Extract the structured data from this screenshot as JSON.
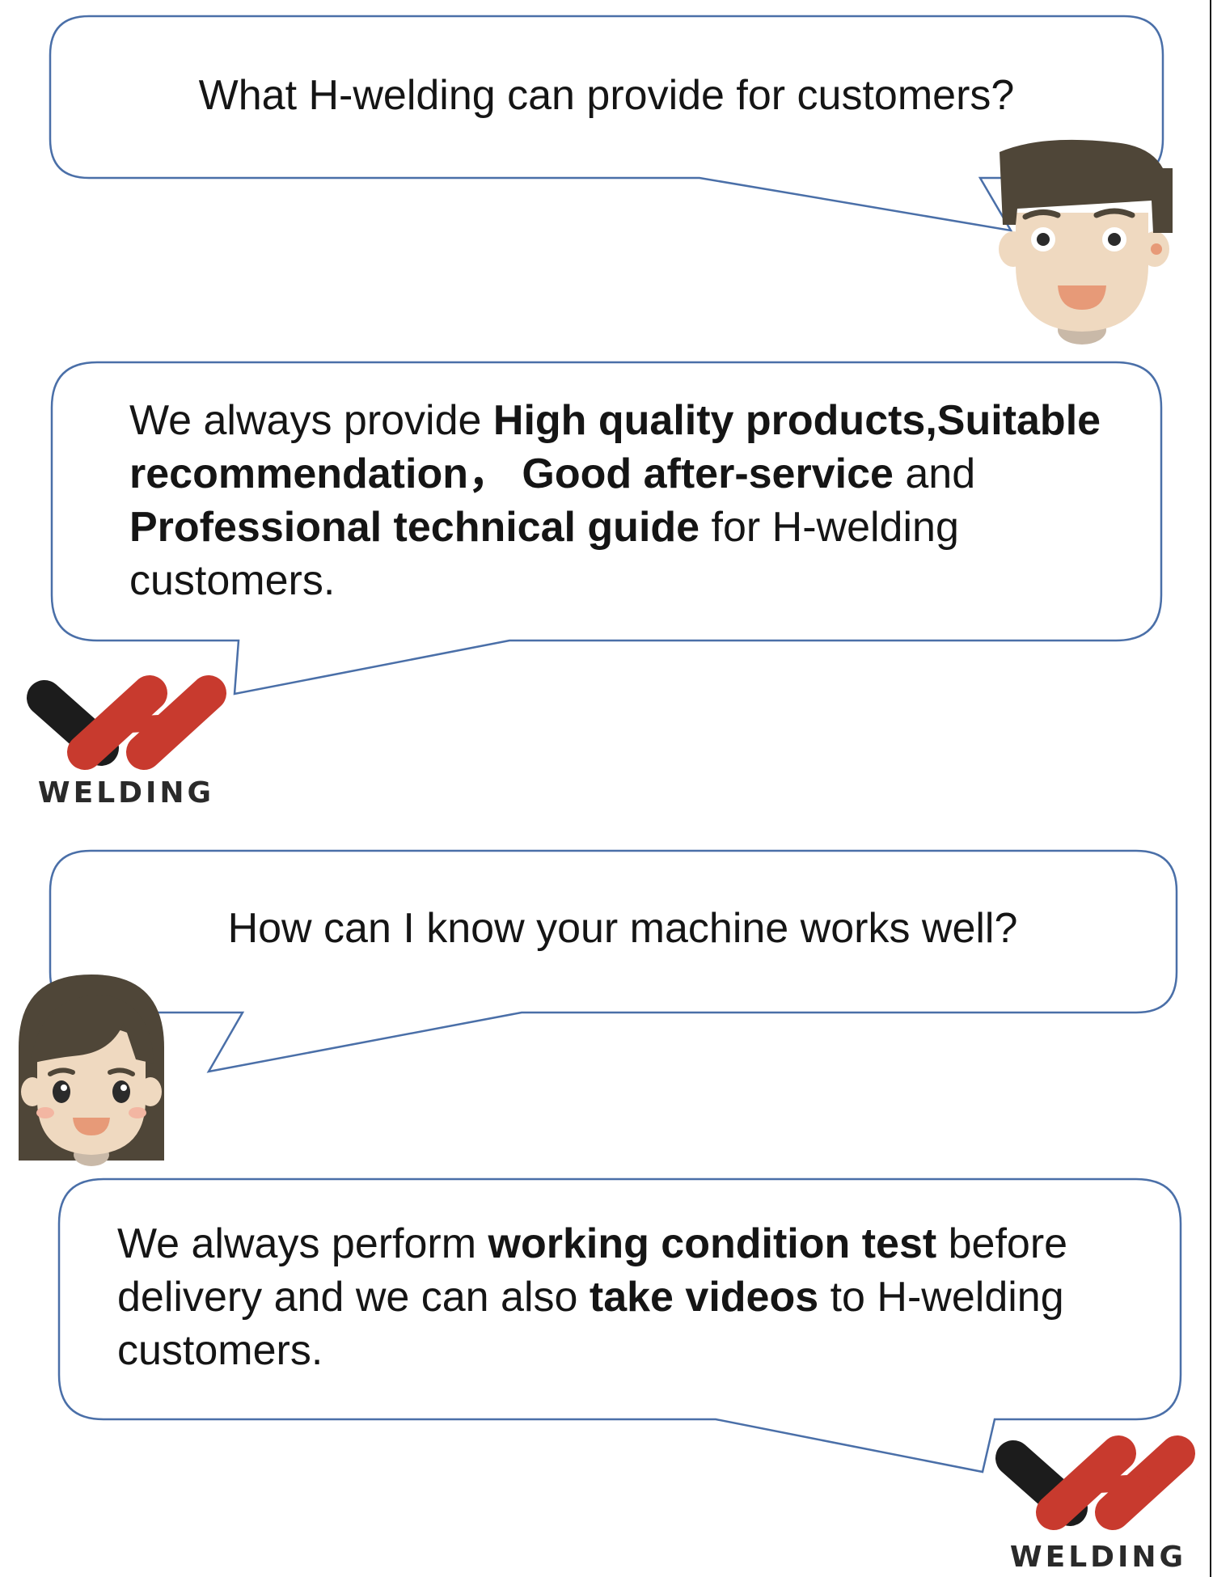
{
  "colors": {
    "bubble_stroke": "#4a6fa8",
    "logo_red": "#c83a2e",
    "logo_black": "#1c1c1c",
    "hair": "#4f4638",
    "skin": "#efd9c0",
    "mouth": "#e79a78"
  },
  "conversation": {
    "q1": {
      "text": "What H-welding can provide for customers?"
    },
    "a1": {
      "t1": "We always provide ",
      "b1": "High quality products,Suitable recommendation，  Good after-service",
      "t2": " and ",
      "b2": "Professional technical guide",
      "t3": " for H-welding customers."
    },
    "q2": {
      "text": "How can I know your machine works well?"
    },
    "a2": {
      "t1": "We always perform ",
      "b1": "working condition test",
      "t2": " before delivery and we can also ",
      "b2": "take videos",
      "t3": " to H-welding customers."
    }
  },
  "logos": {
    "label": "WELDING"
  },
  "icons": {
    "male_avatar": "male-avatar-icon",
    "female_avatar": "female-avatar-icon",
    "logo": "h-welding-logo-icon"
  }
}
